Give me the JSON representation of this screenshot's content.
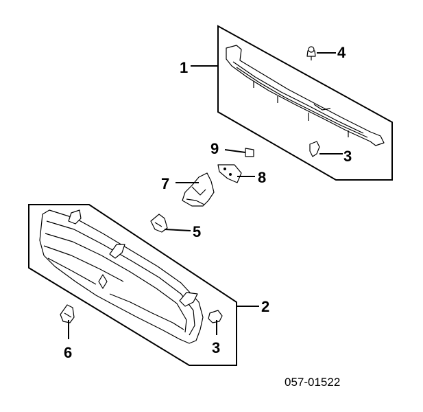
{
  "diagram": {
    "part_number": "057-01522",
    "callouts": [
      {
        "id": "c1",
        "label": "1"
      },
      {
        "id": "c2",
        "label": "2"
      },
      {
        "id": "c3a",
        "label": "3"
      },
      {
        "id": "c3b",
        "label": "3"
      },
      {
        "id": "c4",
        "label": "4"
      },
      {
        "id": "c5",
        "label": "5"
      },
      {
        "id": "c6",
        "label": "6"
      },
      {
        "id": "c7",
        "label": "7"
      },
      {
        "id": "c8",
        "label": "8"
      },
      {
        "id": "c9",
        "label": "9"
      }
    ]
  }
}
